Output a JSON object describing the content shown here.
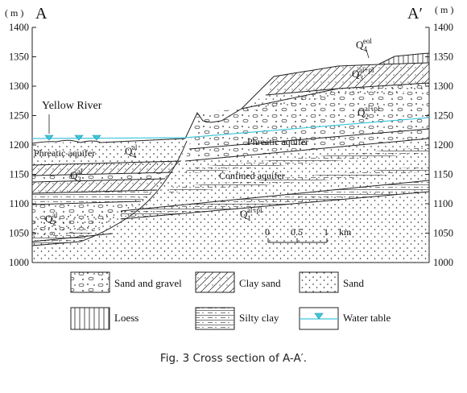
{
  "section": {
    "left_label": "A",
    "right_label": "A′",
    "unit_left": "( m )",
    "unit_right": "( m )",
    "elevation_ticks": [
      "1400",
      "1350",
      "1300",
      "1250",
      "1200",
      "1150",
      "1100",
      "1050",
      "1000"
    ]
  },
  "labels": {
    "yellow_river": "Yellow River",
    "phreatic_left": "Phreatic aquifer",
    "phreatic_right": "Phreatic aquifer",
    "confined": "Confined aquifer",
    "q4al": {
      "base": "Q",
      "sub": "4",
      "sup": "al"
    },
    "q3al": {
      "base": "Q",
      "sub": "3",
      "sup": "al"
    },
    "q2al": {
      "base": "Q",
      "sub": "2",
      "sup": "al"
    },
    "q4eol": {
      "base": "Q",
      "sub": "4",
      "sup": "eol"
    },
    "q3alpl": {
      "base": "Q",
      "sub": "3",
      "sup": "al+pl"
    },
    "q2alpl": {
      "base": "Q",
      "sub": "2",
      "sup": "al+pl"
    },
    "q1alpl": {
      "base": "Q",
      "sub": "1",
      "sup": "al+pl"
    }
  },
  "scale_bar": {
    "t0": "0",
    "t1": "0.5",
    "t2": "1",
    "unit": "km"
  },
  "legend": [
    {
      "pattern": "sand-gravel",
      "label": "Sand and gravel"
    },
    {
      "pattern": "clay-sand",
      "label": "Clay sand"
    },
    {
      "pattern": "sand",
      "label": "Sand"
    },
    {
      "pattern": "loess",
      "label": "Loess"
    },
    {
      "pattern": "silty-clay",
      "label": "Silty clay"
    },
    {
      "pattern": "water-table",
      "label": "Water table"
    }
  ],
  "colors": {
    "water_table": "#3fc7dc",
    "line": "#222222"
  },
  "caption": "Fig. 3 Cross section of A-A′."
}
